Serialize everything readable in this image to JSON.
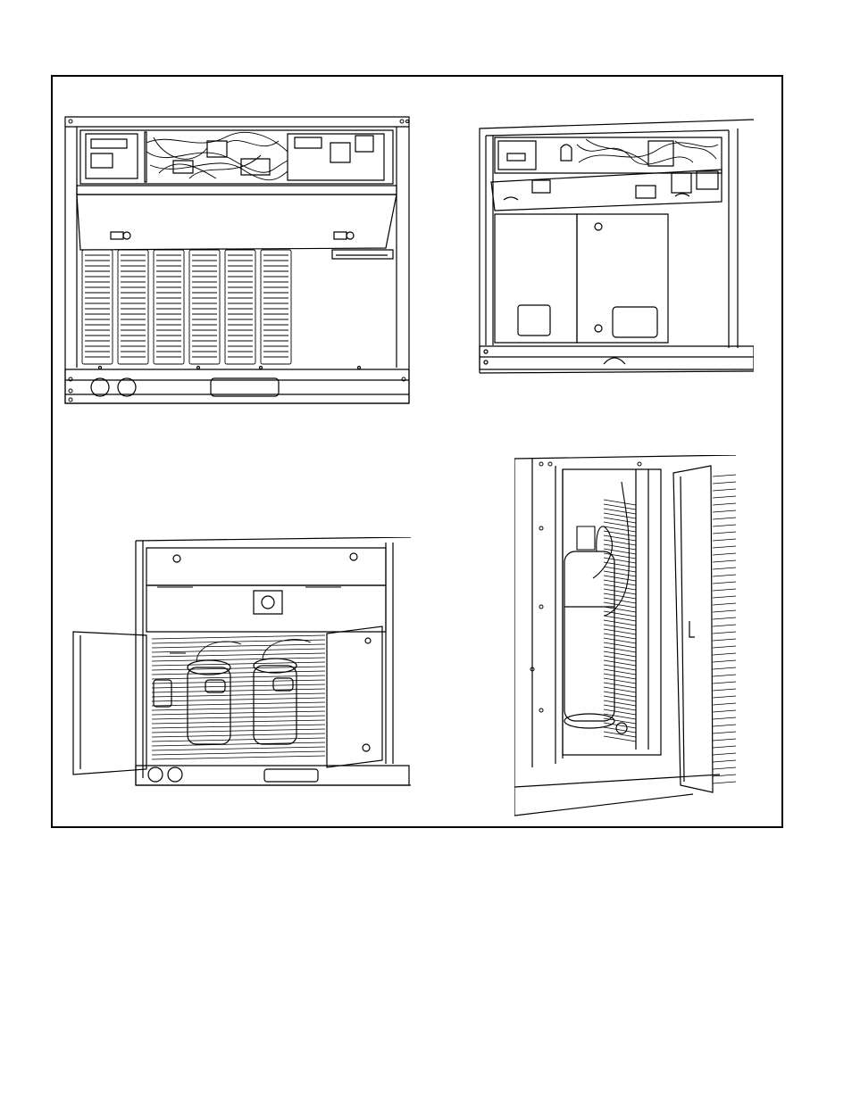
{
  "figure": {
    "panels": [
      {
        "id": "unit-front-control-box-open"
      },
      {
        "id": "unit-angled-control-box-open"
      },
      {
        "id": "compressor-compartment-doors-open"
      },
      {
        "id": "compressor-side-access-door-open"
      }
    ]
  }
}
